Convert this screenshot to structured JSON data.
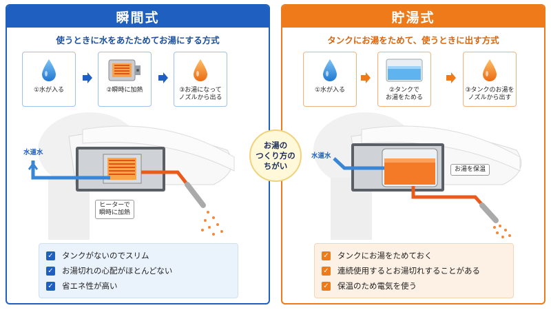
{
  "left": {
    "title": "瞬間式",
    "subtitle": "使うときに水をあたためてお湯にする方式",
    "steps": [
      {
        "icon": "water-drop-icon",
        "label": "①水が入る"
      },
      {
        "icon": "heater-icon",
        "label": "②瞬時に加熱"
      },
      {
        "icon": "hot-drop-icon",
        "label": "③お湯になって\nノズルから出る"
      }
    ],
    "water_label": "水道水",
    "callout": "ヒーターで\n瞬時に加熱",
    "checks": [
      "タンクがないのでスリム",
      "お湯切れの心配がほとんどない",
      "省エネ性が高い"
    ],
    "accent": "#1f5fbf"
  },
  "right": {
    "title": "貯湯式",
    "subtitle": "タンクにお湯をためて、使うときに出す方式",
    "steps": [
      {
        "icon": "water-drop-icon",
        "label": "①水が入る"
      },
      {
        "icon": "tank-icon",
        "label": "②タンクで\nお湯をためる"
      },
      {
        "icon": "hot-drop-icon",
        "label": "③タンクのお湯を\nノズルから出す"
      }
    ],
    "water_label": "水道水",
    "callout": "お湯を保温",
    "checks": [
      "タンクにお湯をためておく",
      "連続使用するとお湯切れすることがある",
      "保温のため電気を使う"
    ],
    "accent": "#ef7a1a"
  },
  "center": {
    "label": "お湯の\nつくり方の\nちがい"
  }
}
